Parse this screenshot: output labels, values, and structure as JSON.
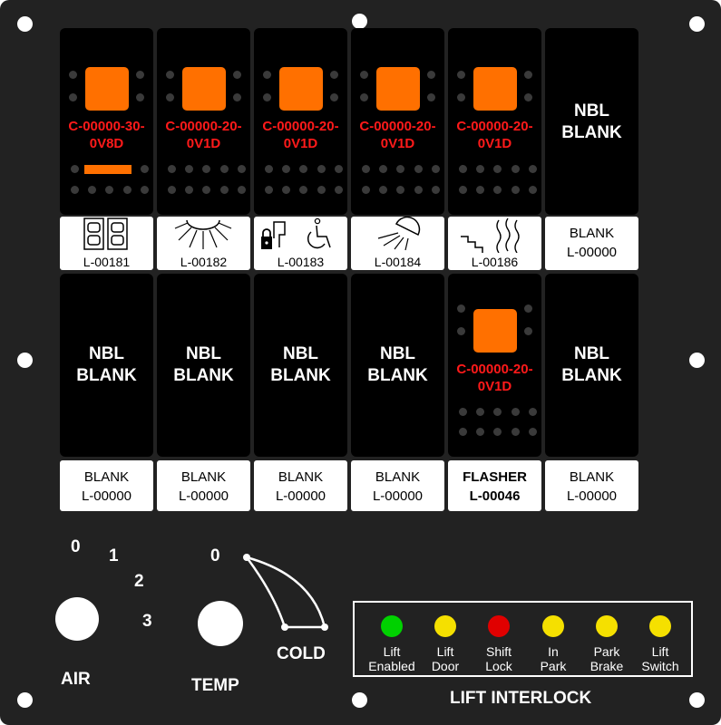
{
  "top_row": [
    {
      "code": "C-00000-30-\n0V8D",
      "legend_code": "L-00181",
      "icon": "door-panel-icon"
    },
    {
      "code": "C-00000-20-\n0V1D",
      "legend_code": "L-00182",
      "icon": "sun-light-icon"
    },
    {
      "code": "C-00000-20-\n0V1D",
      "legend_code": "L-00183",
      "icon": "lock-wheelchair-icon"
    },
    {
      "code": "C-00000-20-\n0V1D",
      "legend_code": "L-00184",
      "icon": "dome-light-icon"
    },
    {
      "code": "C-00000-20-\n0V1D",
      "legend_code": "L-00186",
      "icon": "step-heat-icon"
    },
    {
      "nbl": "NBL\nBLANK",
      "legend_line1": "BLANK",
      "legend_code": "L-00000"
    }
  ],
  "bottom_row": [
    {
      "nbl": "NBL\nBLANK",
      "legend_line1": "BLANK",
      "legend_code": "L-00000"
    },
    {
      "nbl": "NBL\nBLANK",
      "legend_line1": "BLANK",
      "legend_code": "L-00000"
    },
    {
      "nbl": "NBL\nBLANK",
      "legend_line1": "BLANK",
      "legend_code": "L-00000"
    },
    {
      "nbl": "NBL\nBLANK",
      "legend_line1": "BLANK",
      "legend_code": "L-00000"
    },
    {
      "code": "C-00000-20-\n0V1D",
      "legend_line1": "FLASHER",
      "legend_code": "L-00046"
    },
    {
      "nbl": "NBL\nBLANK",
      "legend_line1": "BLANK",
      "legend_code": "L-00000"
    }
  ],
  "air": {
    "label": "AIR",
    "positions": [
      "0",
      "1",
      "2",
      "3"
    ]
  },
  "temp": {
    "label": "TEMP",
    "min_label": "0",
    "max_label": "COLD"
  },
  "lift_interlock": {
    "title": "LIFT INTERLOCK",
    "indicators": [
      {
        "label": "Lift\nEnabled",
        "color": "#00d100"
      },
      {
        "label": "Lift\nDoor",
        "color": "#f5e000"
      },
      {
        "label": "Shift\nLock",
        "color": "#e00000"
      },
      {
        "label": "In\nPark",
        "color": "#f5e000"
      },
      {
        "label": "Park\nBrake",
        "color": "#f5e000"
      },
      {
        "label": "Lift\nSwitch",
        "color": "#f5e000"
      }
    ]
  },
  "colors": {
    "lens": "#ff7000",
    "code_text": "#ff1a1a",
    "panel": "#222222"
  }
}
